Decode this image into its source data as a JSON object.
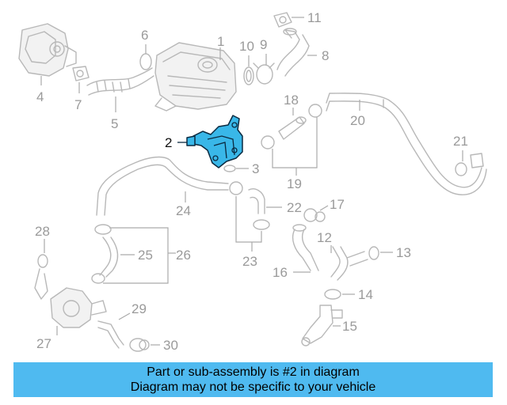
{
  "callouts": {
    "c1": "1",
    "c2": "2",
    "c3": "3",
    "c4": "4",
    "c5": "5",
    "c6": "6",
    "c7": "7",
    "c8": "8",
    "c9": "9",
    "c10": "10",
    "c11": "11",
    "c12": "12",
    "c13": "13",
    "c14": "14",
    "c15": "15",
    "c16": "16",
    "c17": "17",
    "c18": "18",
    "c19": "19",
    "c20": "20",
    "c21": "21",
    "c22": "22",
    "c23": "23",
    "c24": "24",
    "c25": "25",
    "c26": "26",
    "c27": "27",
    "c28": "28",
    "c29": "29",
    "c30": "30"
  },
  "highlighted_part": "2",
  "colors": {
    "highlight": "#39b7e8",
    "banner": "#4fbaf0",
    "parts": "#b8b8b8"
  },
  "banner": {
    "line1": "Part or sub-assembly is #2 in diagram",
    "line2": "Diagram may not be specific to your vehicle"
  }
}
